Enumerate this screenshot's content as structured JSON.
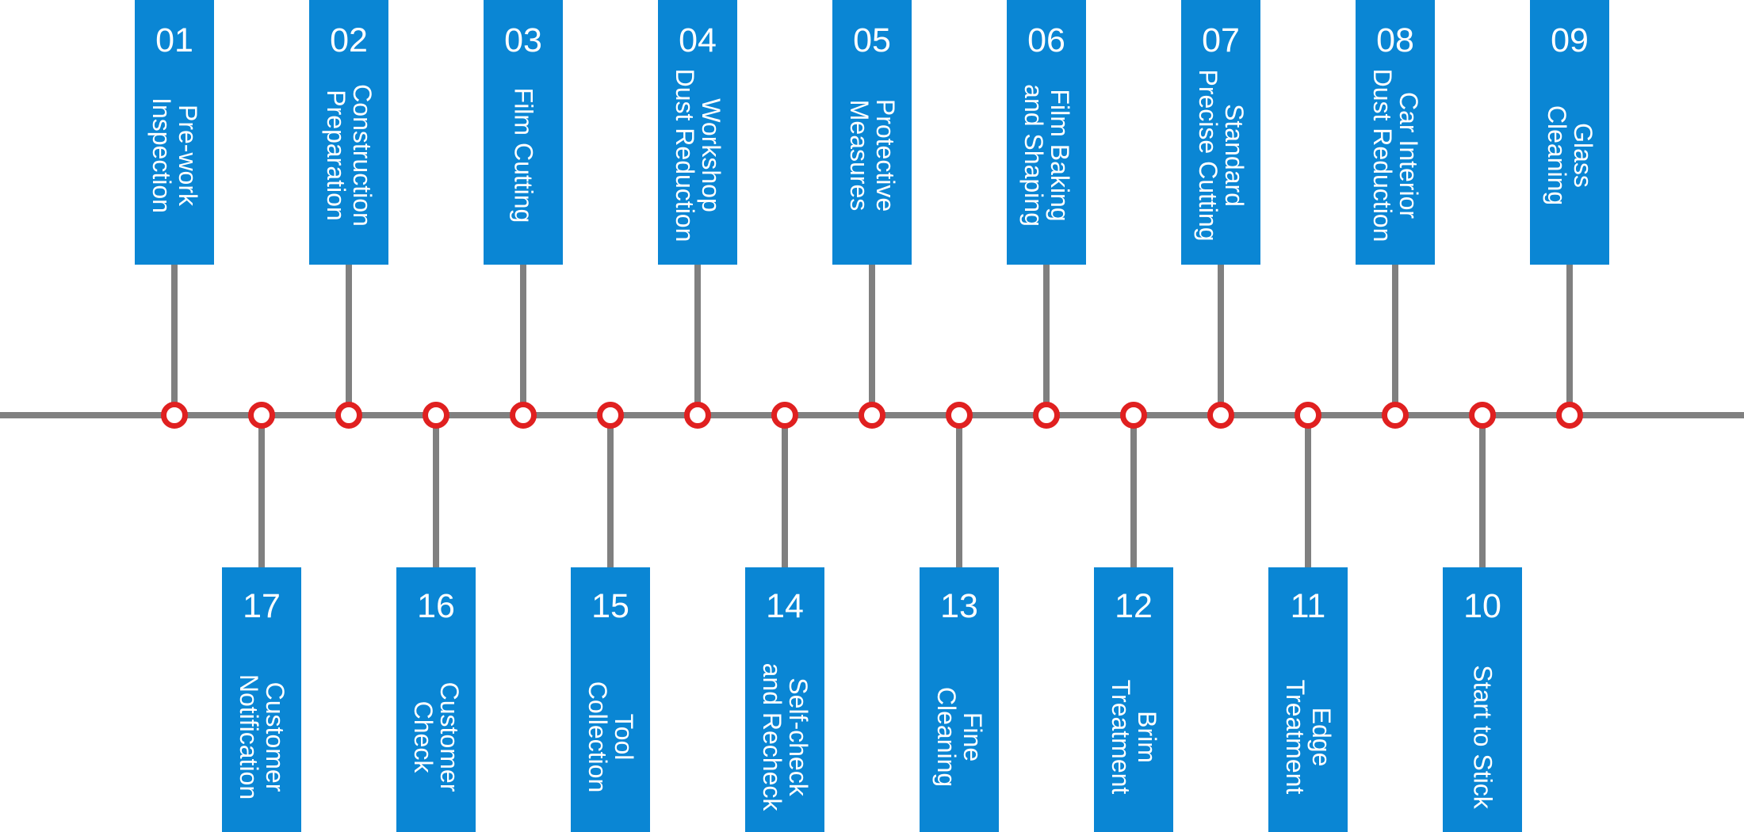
{
  "steps": [
    {
      "number": "01",
      "label": "Pre-work\nInspection"
    },
    {
      "number": "02",
      "label": "Construction\nPreparation"
    },
    {
      "number": "03",
      "label": "Film Cutting"
    },
    {
      "number": "04",
      "label": "Workshop\nDust Reduction"
    },
    {
      "number": "05",
      "label": "Protective\nMeasures"
    },
    {
      "number": "06",
      "label": "Film Baking\nand Shaping"
    },
    {
      "number": "07",
      "label": "Standard\nPrecise Cutting"
    },
    {
      "number": "08",
      "label": "Car Interior\nDust Reduction"
    },
    {
      "number": "09",
      "label": "Glass\nCleaning"
    },
    {
      "number": "10",
      "label": "Start to Stick"
    },
    {
      "number": "11",
      "label": "Edge\nTreatment"
    },
    {
      "number": "12",
      "label": "Brim\nTreatment"
    },
    {
      "number": "13",
      "label": "Fine\nCleaning"
    },
    {
      "number": "14",
      "label": "Self-check\nand Recheck"
    },
    {
      "number": "15",
      "label": "Tool\nCollection"
    },
    {
      "number": "16",
      "label": "Customer\nCheck"
    },
    {
      "number": "17",
      "label": "Customer\nNotification"
    }
  ],
  "colors": {
    "card": "#0a86d4",
    "node_ring": "#e02020",
    "line": "#808080"
  }
}
